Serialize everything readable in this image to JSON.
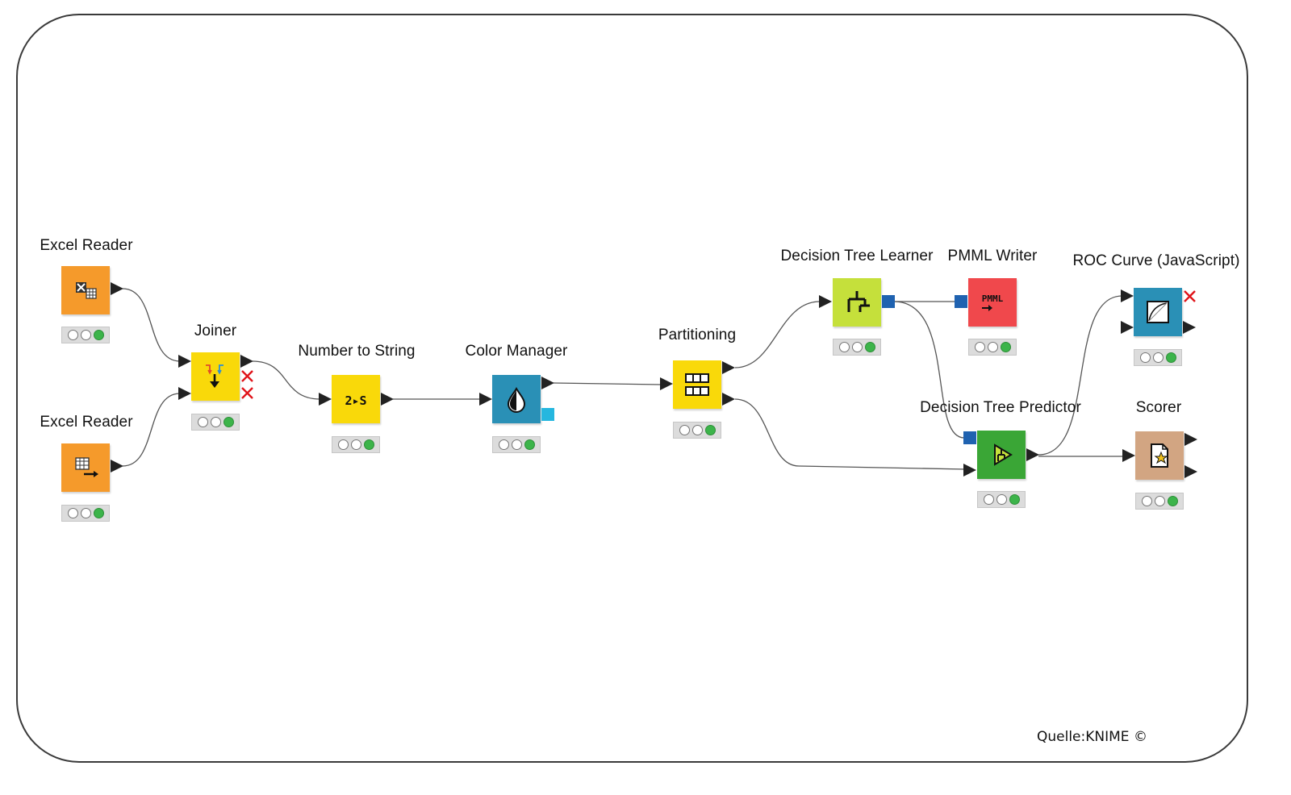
{
  "workflow": {
    "nodes": [
      {
        "id": "excel-reader-1",
        "label": "Excel Reader",
        "color": "#f59a2b",
        "icon": "excel-table-icon",
        "status": "executed"
      },
      {
        "id": "excel-reader-2",
        "label": "Excel Reader",
        "color": "#f59a2b",
        "icon": "table-arrow-icon",
        "status": "executed"
      },
      {
        "id": "joiner",
        "label": "Joiner",
        "color": "#f9d90a",
        "icon": "joiner-arrows-icon",
        "status": "executed"
      },
      {
        "id": "number-to-string",
        "label": "Number to String",
        "color": "#f9d90a",
        "icon": "number-to-string-icon",
        "icon_text": "2▸S",
        "status": "executed"
      },
      {
        "id": "color-manager",
        "label": "Color Manager",
        "color": "#2a90b6",
        "icon": "drop-icon",
        "status": "executed"
      },
      {
        "id": "partitioning",
        "label": "Partitioning",
        "color": "#f9d90a",
        "icon": "partition-grid-icon",
        "status": "executed"
      },
      {
        "id": "decision-tree-learner",
        "label": "Decision Tree Learner",
        "color": "#c5e03b",
        "icon": "tree-icon",
        "status": "executed"
      },
      {
        "id": "pmml-writer",
        "label": "PMML Writer",
        "color": "#f0484c",
        "icon": "pmml-icon",
        "icon_text": "PMML",
        "status": "executed"
      },
      {
        "id": "roc-curve",
        "label": "ROC Curve (JavaScript)",
        "color": "#2a90b6",
        "icon": "roc-curve-icon",
        "status": "executed"
      },
      {
        "id": "decision-tree-predictor",
        "label": "Decision Tree Predictor",
        "color": "#3aa636",
        "icon": "predictor-icon",
        "status": "executed"
      },
      {
        "id": "scorer",
        "label": "Scorer",
        "color": "#d2a582",
        "icon": "scorer-icon",
        "status": "executed"
      }
    ]
  },
  "colors": {
    "data_port": "#222222",
    "model_port": "#1f62b0",
    "color_port": "#25b7df",
    "inactive_port": "#e0141a",
    "connection": "#555555",
    "light_on": "#3cb44a"
  },
  "source_note": "Quelle:KNIME ©"
}
